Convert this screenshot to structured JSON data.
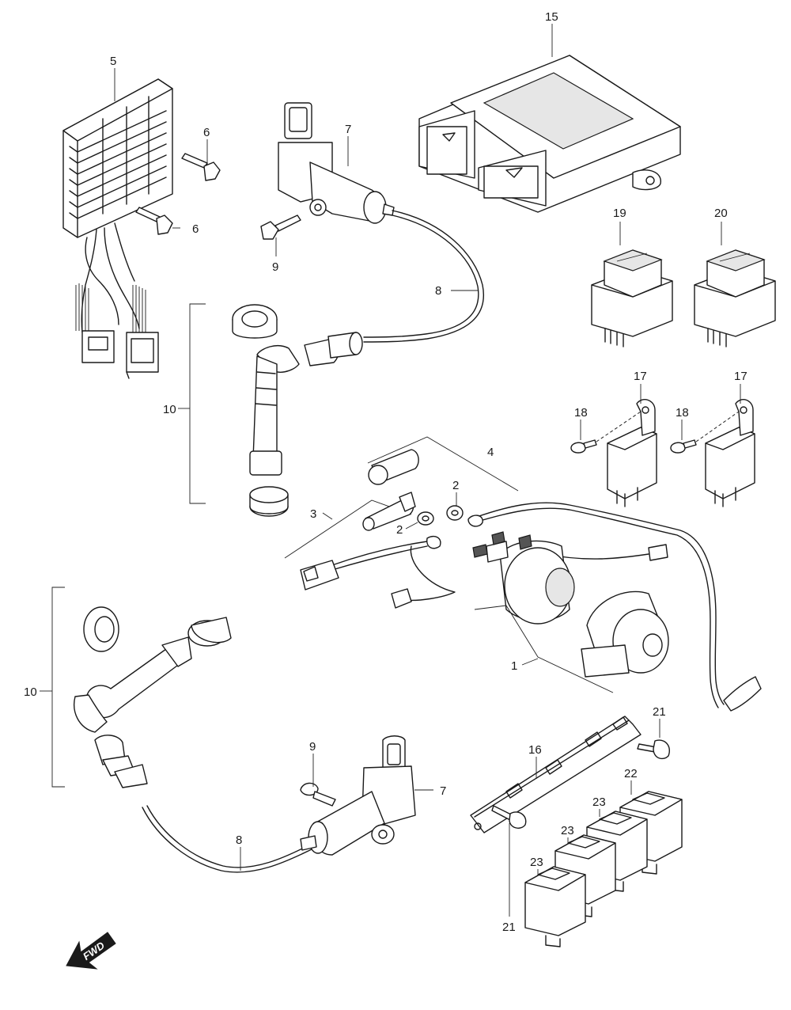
{
  "fwd_label": "FWD",
  "callouts": [
    {
      "id": "5",
      "text": "5"
    },
    {
      "id": "6a",
      "text": "6"
    },
    {
      "id": "6b",
      "text": "6"
    },
    {
      "id": "7a",
      "text": "7"
    },
    {
      "id": "9a",
      "text": "9"
    },
    {
      "id": "8a",
      "text": "8"
    },
    {
      "id": "15",
      "text": "15"
    },
    {
      "id": "19",
      "text": "19"
    },
    {
      "id": "20",
      "text": "20"
    },
    {
      "id": "10a",
      "text": "10"
    },
    {
      "id": "17a",
      "text": "17"
    },
    {
      "id": "17b",
      "text": "17"
    },
    {
      "id": "18a",
      "text": "18"
    },
    {
      "id": "18b",
      "text": "18"
    },
    {
      "id": "4",
      "text": "4"
    },
    {
      "id": "2a",
      "text": "2"
    },
    {
      "id": "2b",
      "text": "2"
    },
    {
      "id": "3",
      "text": "3"
    },
    {
      "id": "1",
      "text": "1"
    },
    {
      "id": "10b",
      "text": "10"
    },
    {
      "id": "9b",
      "text": "9"
    },
    {
      "id": "7b",
      "text": "7"
    },
    {
      "id": "8b",
      "text": "8"
    },
    {
      "id": "21a",
      "text": "21"
    },
    {
      "id": "16",
      "text": "16"
    },
    {
      "id": "22",
      "text": "22"
    },
    {
      "id": "23a",
      "text": "23"
    },
    {
      "id": "23b",
      "text": "23"
    },
    {
      "id": "23c",
      "text": "23"
    },
    {
      "id": "21b",
      "text": "21"
    }
  ]
}
